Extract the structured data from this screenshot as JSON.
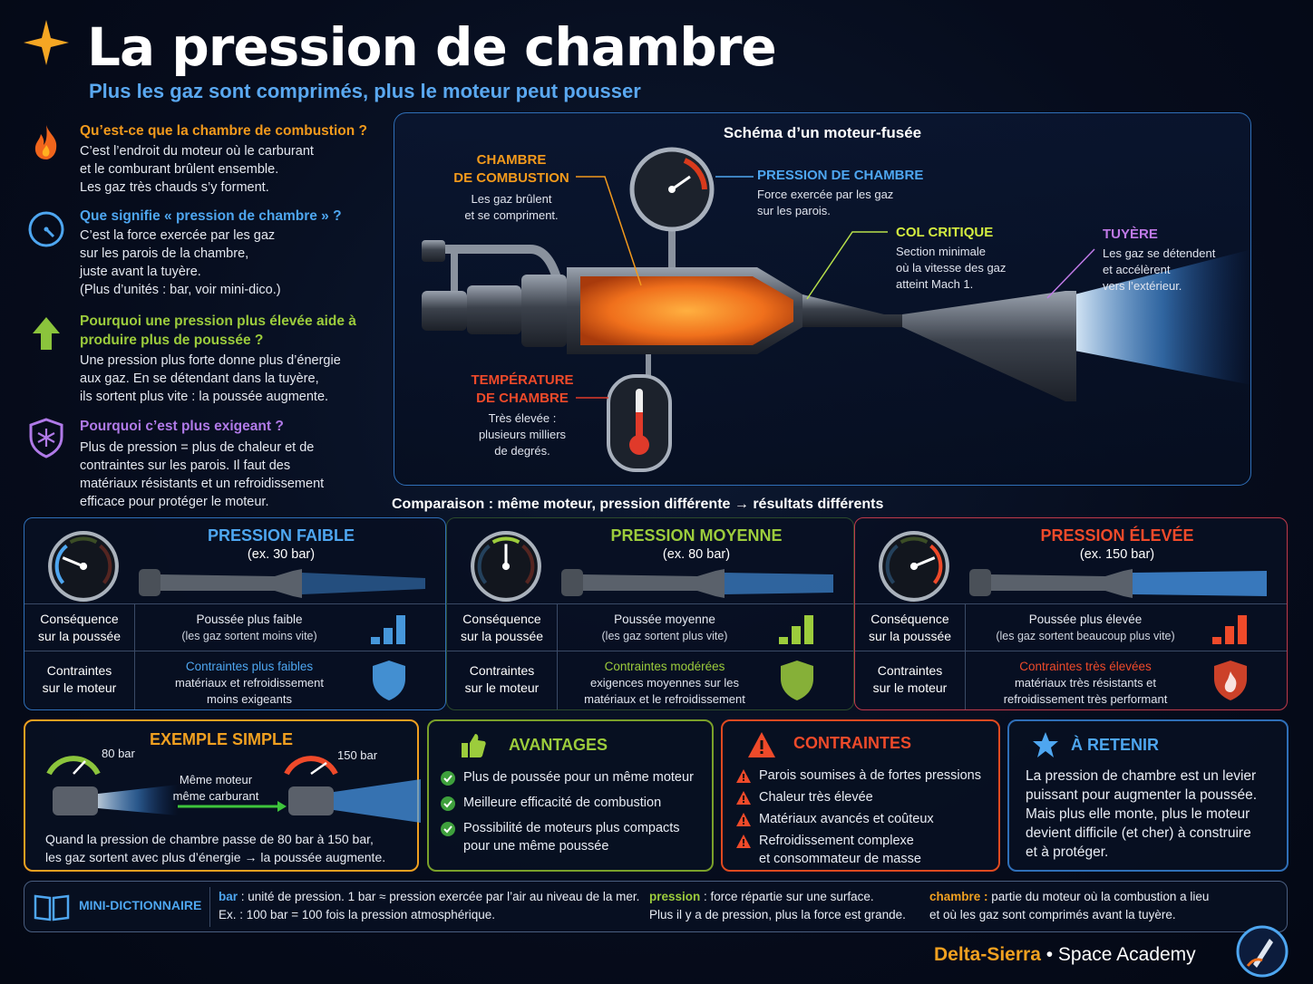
{
  "header": {
    "title": "La pression de chambre",
    "subtitle": "Plus les gaz sont comprimés, plus le moteur peut pousser"
  },
  "qa": [
    {
      "question": "Qu’est-ce que la chambre de combustion ?",
      "answer": "C’est l’endroit du moteur où le carburant\net le comburant brûlent ensemble.\nLes gaz très chauds s’y forment.",
      "color": "#f39a1c",
      "icon": "flame-icon"
    },
    {
      "question": "Que signifie « pression de chambre » ?",
      "answer": "C’est la force exercée par les gaz\nsur les parois de la chambre,\njuste avant la tuyère.\n(Plus d’unités : bar, voir mini-dico.)",
      "color": "#4ea6f0",
      "icon": "gauge-icon"
    },
    {
      "question": "Pourquoi une pression plus élevée\naide à produire plus de poussée ?",
      "answer": "Une pression plus forte donne plus d’énergie\naux gaz. En se détendant dans la tuyère,\nils sortent plus vite : la poussée augmente.",
      "color": "#9ccc3c",
      "icon": "arrow-up-icon"
    },
    {
      "question": "Pourquoi c’est plus exigeant ?",
      "answer": "Plus de pression = plus de chaleur et de\ncontraintes sur les parois. Il faut des\nmatériaux résistants et un refroidissement\nefficace pour protéger le moteur.",
      "color": "#b07ae8",
      "icon": "shield-snowflake-icon"
    }
  ],
  "diagram": {
    "title": "Schéma d’un moteur-fusée",
    "chamber": {
      "heading": "CHAMBRE\nDE COMBUSTION",
      "text": "Les gaz brûlent\net se compriment."
    },
    "pressure": {
      "heading": "PRESSION DE CHAMBRE",
      "text": "Force exercée par les gaz\nsur les parois."
    },
    "throat": {
      "heading": "COL CRITIQUE",
      "text": "Section minimale\noù la vitesse des gaz\natteint Mach 1."
    },
    "nozzle": {
      "heading": "TUYÈRE",
      "text": "Les gaz se détendent\net accélèrent\nvers l’extérieur."
    },
    "temperature": {
      "heading": "TEMPÉRATURE\nDE CHAMBRE",
      "text": "Très élevée :\nplusieurs milliers\nde degrés."
    }
  },
  "comparison": {
    "title": "Comparaison : même moteur, pression différente → résultats différents",
    "row_labels": {
      "thrust": "Conséquence\nsur la poussée",
      "constraints": "Contraintes\nsur le moteur"
    },
    "cards": [
      {
        "title": "PRESSION FAIBLE",
        "sub": "(ex. 30 bar)",
        "color": "#4ea6f0",
        "needle_fraction": 0.25,
        "thrust": "Poussée plus faible",
        "thrust_note": "(les gaz sortent moins vite)",
        "constraint_head": "Contraintes plus faibles",
        "constraint_note": "matériaux et refroidissement\nmoins exigeants",
        "bar_level": 1
      },
      {
        "title": "PRESSION MOYENNE",
        "sub": "(ex. 80 bar)",
        "color": "#9ccc3c",
        "needle_fraction": 0.5,
        "thrust": "Poussée moyenne",
        "thrust_note": "(les gaz sortent plus vite)",
        "constraint_head": "Contraintes modérées",
        "constraint_note": "exigences moyennes sur les\nmatériaux et le refroidissement",
        "bar_level": 2
      },
      {
        "title": "PRESSION ÉLEVÉE",
        "sub": "(ex. 150 bar)",
        "color": "#ef4a2a",
        "needle_fraction": 0.75,
        "thrust": "Poussée plus élevée",
        "thrust_note": "(les gaz sortent beaucoup plus vite)",
        "constraint_head": "Contraintes très élevées",
        "constraint_note": "matériaux très résistants et\nrefroidissement très performant",
        "bar_level": 3
      }
    ]
  },
  "example": {
    "title": "EXEMPLE SIMPLE",
    "low": "80 bar",
    "high": "150 bar",
    "middle": "Même moteur\nmême carburant",
    "text": "Quand la pression de chambre passe de 80 bar à 150 bar,\nles gaz sortent avec plus d’énergie → la poussée augmente."
  },
  "advantages": {
    "title": "AVANTAGES",
    "items": [
      "Plus de poussée pour un même moteur",
      "Meilleure efficacité de combustion",
      "Possibilité de moteurs plus compacts\npour une même poussée"
    ]
  },
  "constraints": {
    "title": "CONTRAINTES",
    "items": [
      "Parois soumises à de fortes pressions",
      "Chaleur très élevée",
      "Matériaux avancés et coûteux",
      "Refroidissement complexe\net consommateur de masse"
    ]
  },
  "retain": {
    "title": "À RETENIR",
    "text": "La pression de chambre est un levier\npuissant pour augmenter la poussée.\nMais plus elle monte, plus le moteur\ndevient difficile (et cher) à construire\net à protéger."
  },
  "dictionary": {
    "title": "MINI-DICTIONNAIRE",
    "bar_term": "bar",
    "bar_def": " : unité de pression. 1 bar ≈ pression exercée par l’air au niveau de la mer.",
    "bar_def2": "Ex. : 100 bar = 100 fois la pression atmosphérique.",
    "pression_term": "pression",
    "pression_def": " : force répartie sur une surface.",
    "pression_def2": "Plus il y a de pression, plus la force est grande.",
    "chambre_term": "chambre :",
    "chambre_def": " partie du moteur où la combustion a lieu",
    "chambre_def2": "et où les gaz sont comprimés avant la tuyère."
  },
  "footer": {
    "brand": "Delta-Sierra",
    "sep": " • ",
    "name": "Space Academy"
  }
}
